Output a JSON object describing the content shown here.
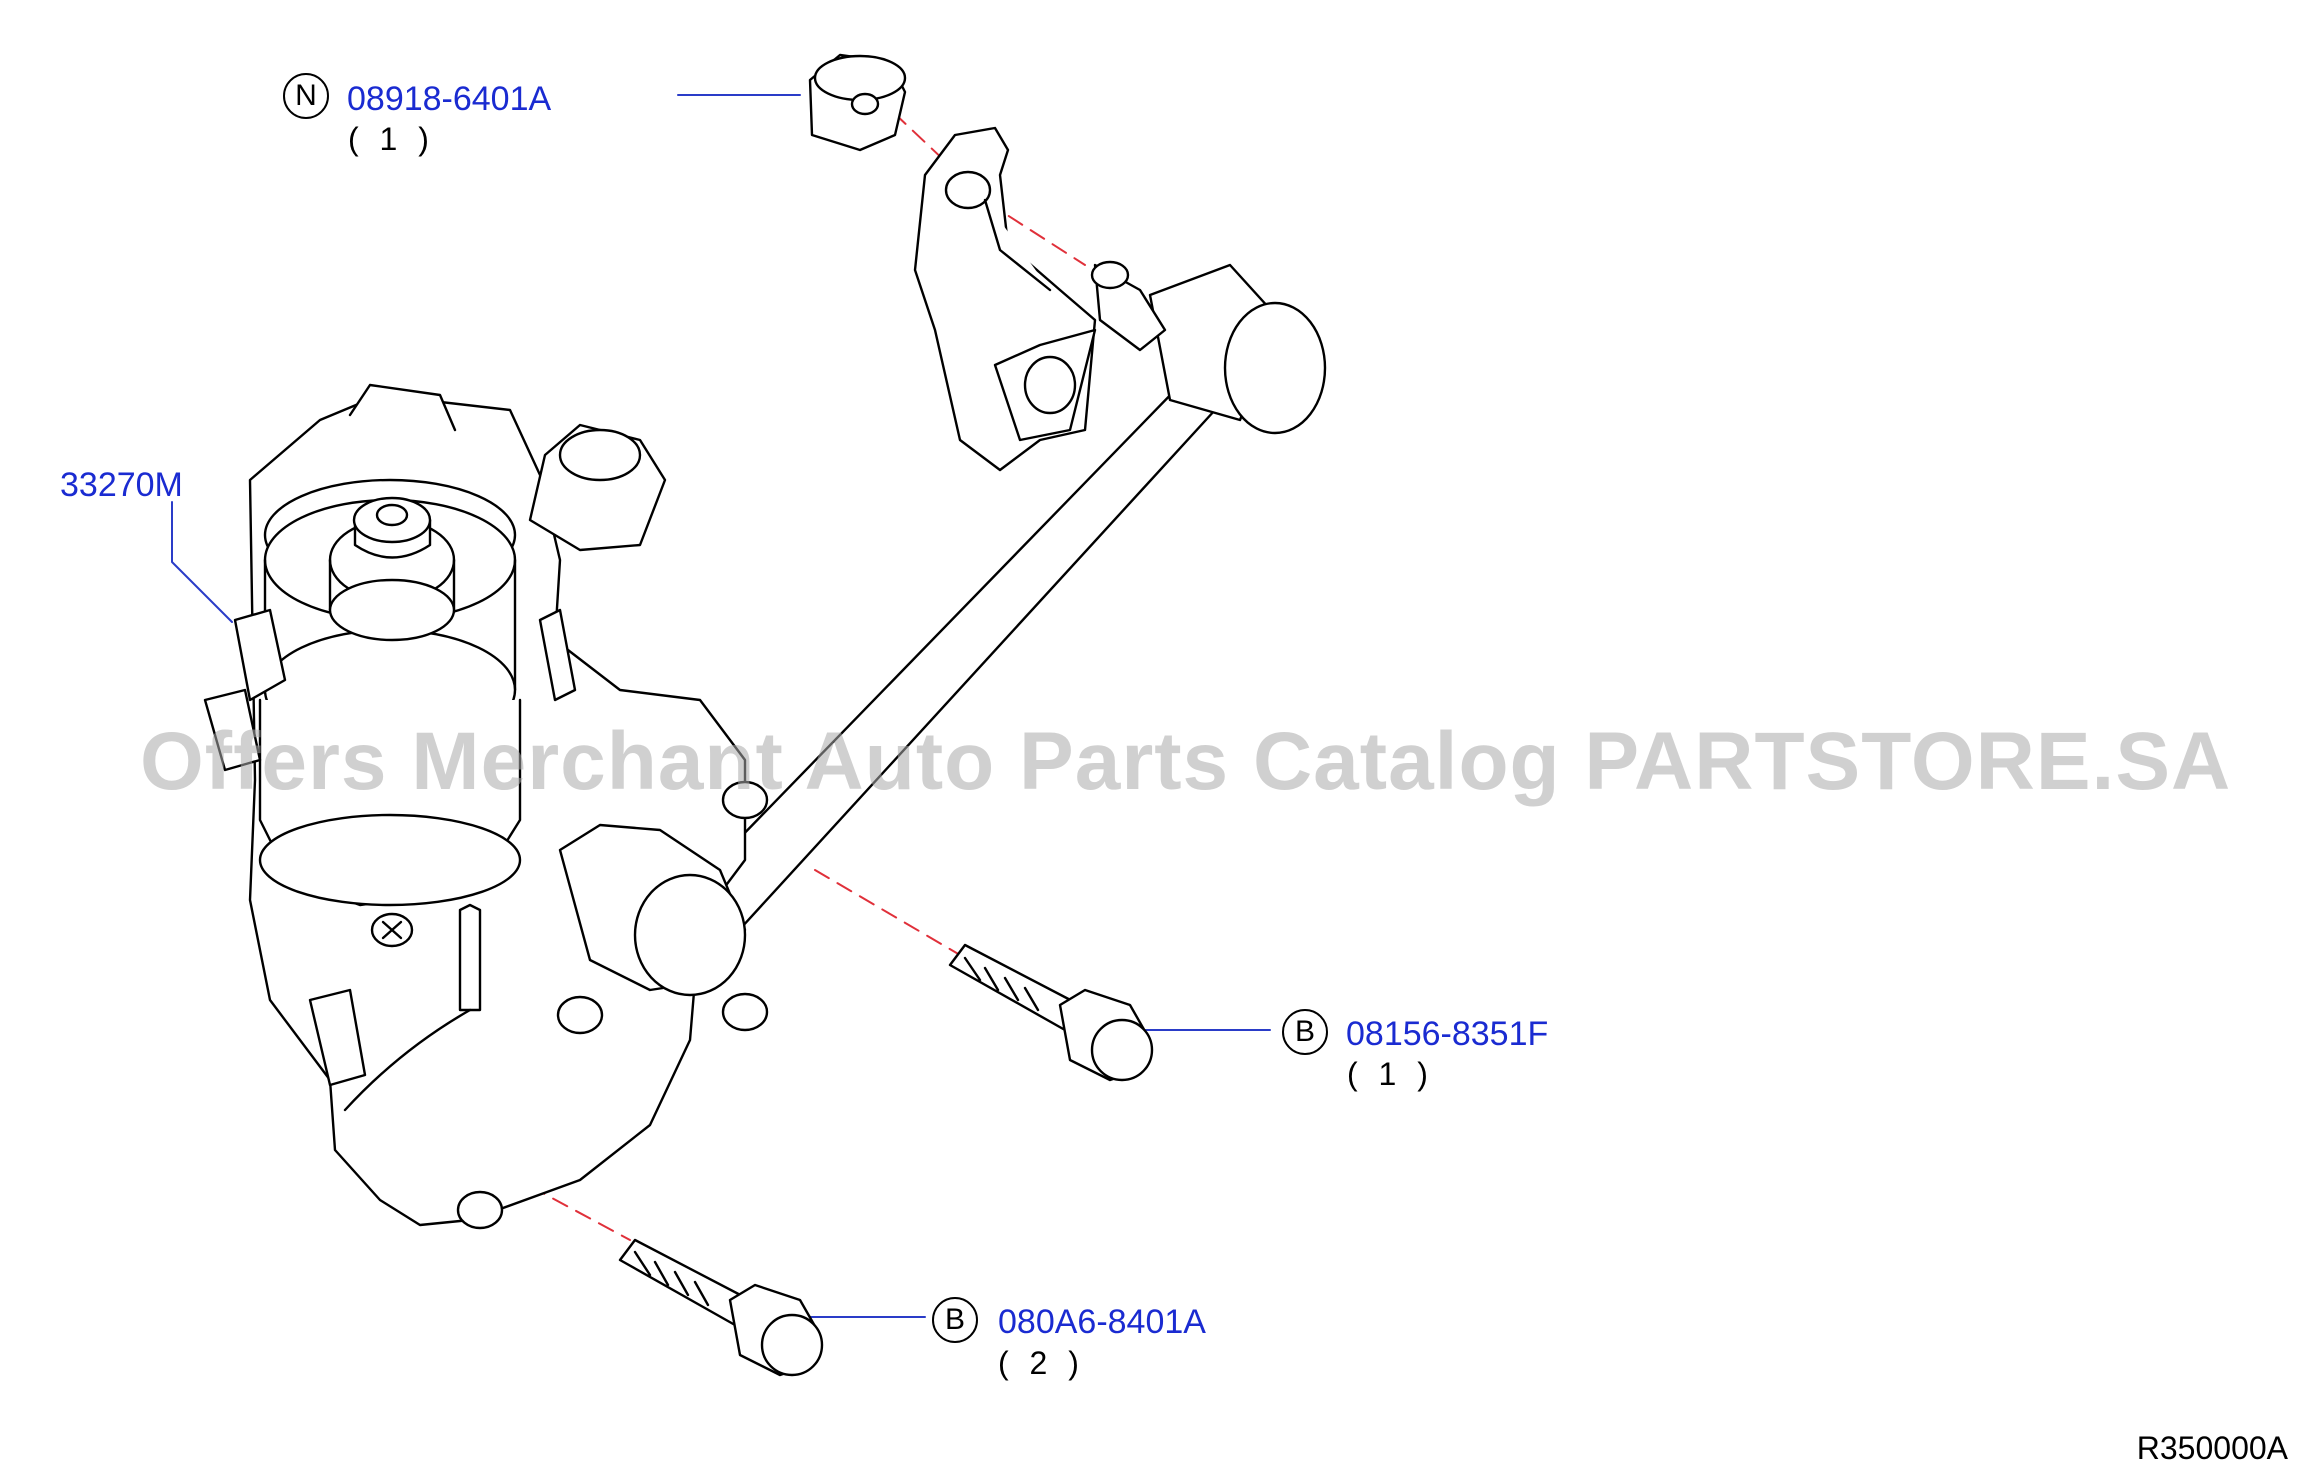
{
  "callouts": [
    {
      "symbol": "N",
      "part_number": "08918-6401A",
      "quantity": "( 1 )"
    },
    {
      "symbol": "B",
      "part_number": "08156-8351F",
      "quantity": "( 1 )"
    },
    {
      "symbol": "B",
      "part_number": "080A6-8401A",
      "quantity": "( 2 )"
    }
  ],
  "main_part": {
    "part_number": "33270M"
  },
  "watermark": "Offers Merchant Auto Parts Catalog PARTSTORE.SA",
  "diagram_code": "R350000A",
  "colors": {
    "part_link": "#1a2bd1",
    "center_line": "#e0303a",
    "leader": "#2a3cc8",
    "watermark": "#aaaaaa"
  }
}
